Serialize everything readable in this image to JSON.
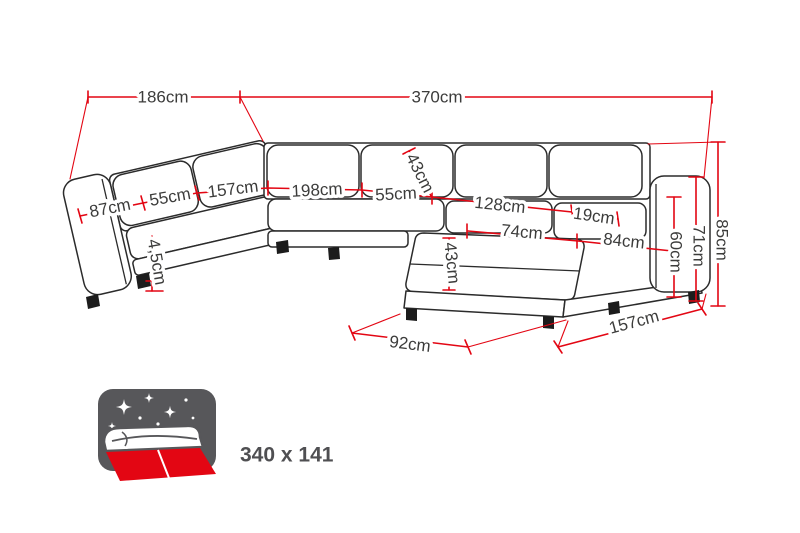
{
  "page": {
    "background": "#ffffff"
  },
  "dims": {
    "d186": "186cm",
    "d370": "370cm",
    "d87": "87cm",
    "d55a": "55cm",
    "d157a": "157cm",
    "d198": "198cm",
    "d55b": "55cm",
    "d43a": "43cm",
    "d128": "128cm",
    "d19": "19cm",
    "d74": "74cm",
    "d84": "84cm",
    "d43b": "43cm",
    "d45": "4,5cm",
    "d60": "60cm",
    "d71": "71cm",
    "d85": "85cm",
    "d92": "92cm",
    "d157b": "157cm"
  },
  "sleep_icon": {
    "label": "340 x 141"
  },
  "colors": {
    "dimension_red": "#e30613",
    "outline_black": "#2b2b2b",
    "label_text": "#3c3c3b",
    "icon_gray": "#57575a",
    "icon_red": "#e30613"
  }
}
